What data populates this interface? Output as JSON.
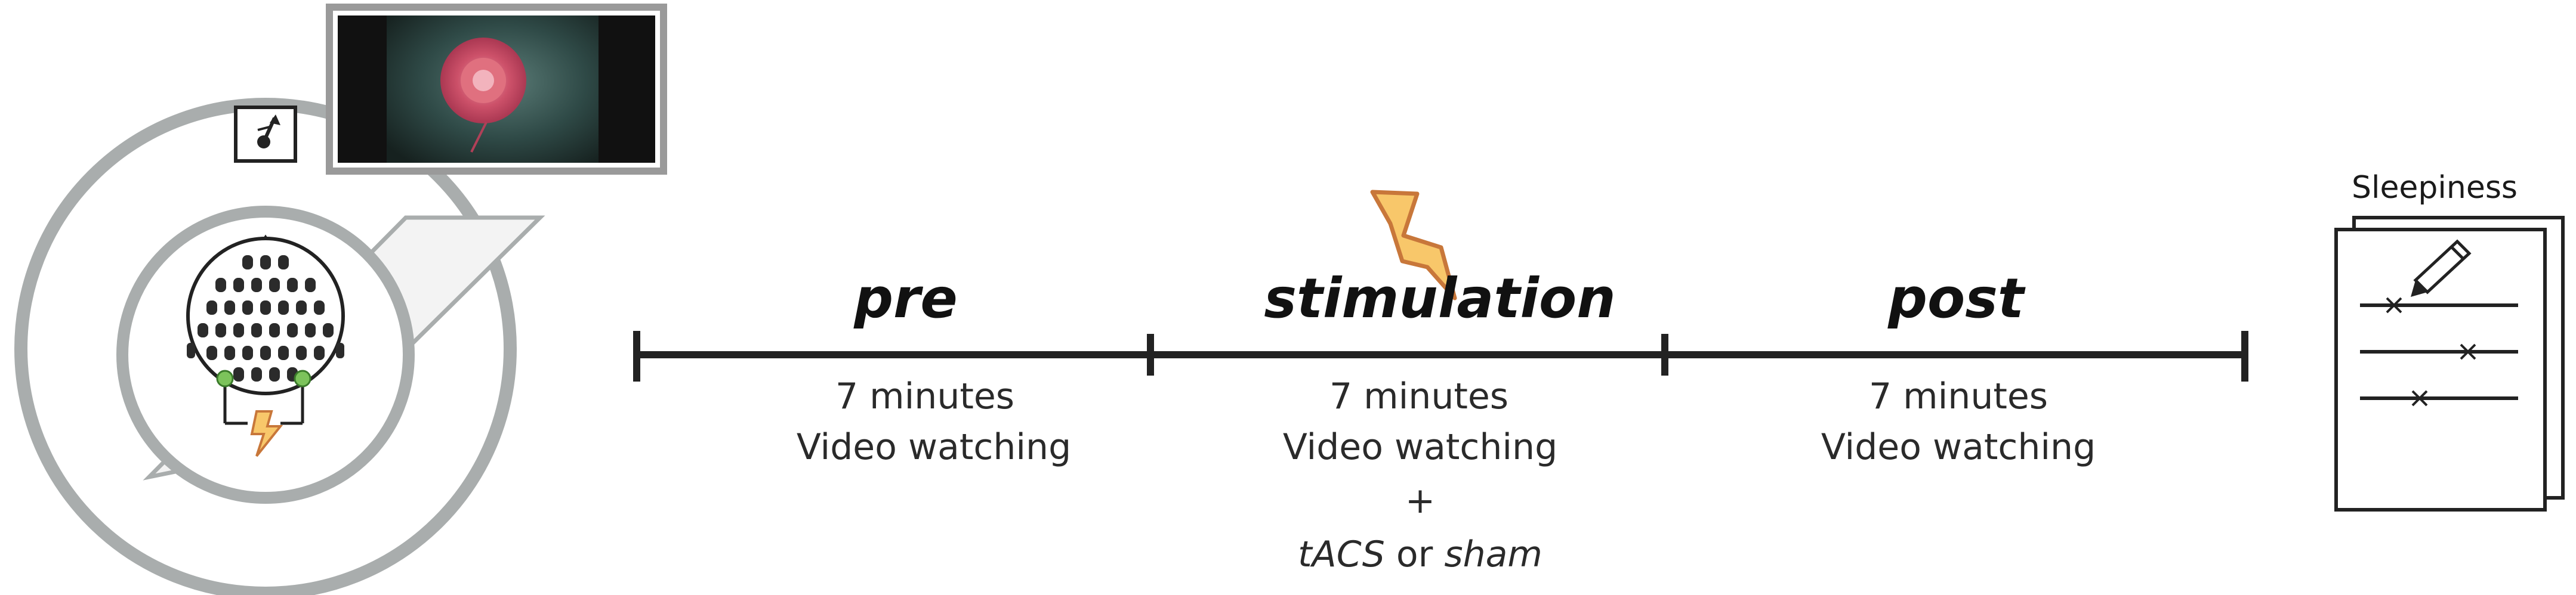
{
  "timeline": {
    "phases": [
      {
        "id": "pre",
        "title": "pre",
        "duration": "7 minutes",
        "activity": "Video watching"
      },
      {
        "id": "stimulation",
        "title": "stimulation",
        "duration": "7 minutes",
        "activity": "Video watching",
        "plus": "+",
        "condition_a": "tACS",
        "condition_joiner": " or ",
        "condition_b": "sham"
      },
      {
        "id": "post",
        "title": "post",
        "duration": "7 minutes",
        "activity": "Video watching"
      }
    ]
  },
  "questionnaire": {
    "label": "Sleepiness"
  },
  "colors": {
    "line": "#222222",
    "ring": "#a9adad",
    "ring_fill": "#f2f2f2",
    "electrode": "#2b2b2b",
    "stim_electrode": "#7cc35b",
    "bolt_fill": "#f8c76a",
    "bolt_stroke": "#c8773a",
    "frame": "#9a9a9a"
  },
  "icons": [
    "lightning-bolt-icon",
    "pencil-icon",
    "monitor-icon",
    "head-electrode-icon",
    "compass-icon"
  ]
}
